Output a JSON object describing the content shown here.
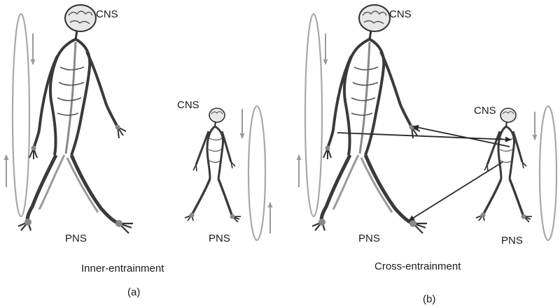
{
  "panel_a": {
    "adult_cns": "CNS",
    "adult_pns": "PNS",
    "child_cns": "CNS",
    "child_pns": "PNS",
    "caption": "Inner-entrainment",
    "letter": "(a)"
  },
  "panel_b": {
    "adult_cns": "CNS",
    "adult_pns": "PNS",
    "child_cns": "CNS",
    "child_pns": "PNS",
    "caption": "Cross-entrainment",
    "letter": "(b)"
  },
  "colors": {
    "ellipse": "#a8a8a8",
    "figure_dark": "#3a3a3a",
    "figure_light": "#9a9a9a",
    "cross_arrow": "#2a2a2a"
  }
}
